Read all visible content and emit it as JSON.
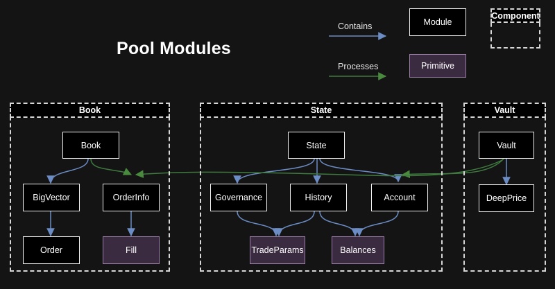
{
  "diagram": {
    "title": "Pool Modules",
    "background_color": "#141414",
    "colors": {
      "contains_arrow": "#6b8cc4",
      "processes_arrow": "#3f7a3f",
      "module_fill": "#000000",
      "module_border": "#f2f2f2",
      "primitive_fill": "#3a2b40",
      "primitive_border": "#9b7fa8",
      "group_border": "#d8d8d8",
      "text": "#ffffff"
    }
  },
  "legend": {
    "contains_label": "Contains",
    "processes_label": "Processes",
    "module_label": "Module",
    "primitive_label": "Primitive",
    "component_label": "Component"
  },
  "groups": [
    {
      "id": "book",
      "label": "Book"
    },
    {
      "id": "state",
      "label": "State"
    },
    {
      "id": "vault",
      "label": "Vault"
    }
  ],
  "nodes": [
    {
      "id": "book",
      "label": "Book",
      "type": "module",
      "group": "book"
    },
    {
      "id": "bigvector",
      "label": "BigVector",
      "type": "module",
      "group": "book"
    },
    {
      "id": "orderinfo",
      "label": "OrderInfo",
      "type": "module",
      "group": "book"
    },
    {
      "id": "order",
      "label": "Order",
      "type": "module",
      "group": "book"
    },
    {
      "id": "fill",
      "label": "Fill",
      "type": "primitive",
      "group": "book"
    },
    {
      "id": "state",
      "label": "State",
      "type": "module",
      "group": "state"
    },
    {
      "id": "governance",
      "label": "Governance",
      "type": "module",
      "group": "state"
    },
    {
      "id": "history",
      "label": "History",
      "type": "module",
      "group": "state"
    },
    {
      "id": "account",
      "label": "Account",
      "type": "module",
      "group": "state"
    },
    {
      "id": "tradeparams",
      "label": "TradeParams",
      "type": "primitive",
      "group": "state"
    },
    {
      "id": "balances",
      "label": "Balances",
      "type": "primitive",
      "group": "state"
    },
    {
      "id": "vault",
      "label": "Vault",
      "type": "module",
      "group": "vault"
    },
    {
      "id": "deepprice",
      "label": "DeepPrice",
      "type": "module",
      "group": "vault"
    }
  ],
  "edges": [
    {
      "from": "book",
      "to": "bigvector",
      "kind": "contains"
    },
    {
      "from": "bigvector",
      "to": "order",
      "kind": "contains"
    },
    {
      "from": "orderinfo",
      "to": "fill",
      "kind": "contains"
    },
    {
      "from": "state",
      "to": "governance",
      "kind": "contains"
    },
    {
      "from": "state",
      "to": "history",
      "kind": "contains"
    },
    {
      "from": "state",
      "to": "account",
      "kind": "contains"
    },
    {
      "from": "governance",
      "to": "tradeparams",
      "kind": "contains"
    },
    {
      "from": "history",
      "to": "tradeparams",
      "kind": "contains"
    },
    {
      "from": "history",
      "to": "balances",
      "kind": "contains"
    },
    {
      "from": "account",
      "to": "balances",
      "kind": "contains"
    },
    {
      "from": "vault",
      "to": "deepprice",
      "kind": "contains"
    },
    {
      "from": "book",
      "to": "orderinfo",
      "kind": "processes"
    },
    {
      "from": "vault",
      "to": "account",
      "kind": "processes"
    },
    {
      "from": "vault",
      "to": "orderinfo",
      "kind": "processes"
    }
  ]
}
